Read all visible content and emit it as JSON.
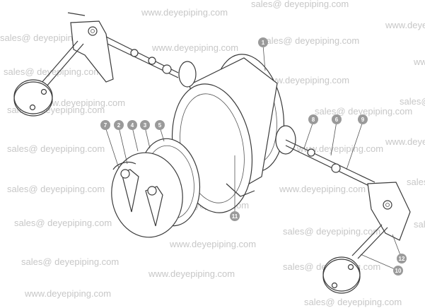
{
  "watermark": {
    "text": "sales@ deyepiping.com",
    "text_www": "www.deyepiping.com"
  },
  "callouts": [
    {
      "id": "c1",
      "label": "1"
    },
    {
      "id": "c2",
      "label": "2"
    },
    {
      "id": "c3",
      "label": "3"
    },
    {
      "id": "c4",
      "label": "4"
    },
    {
      "id": "c5",
      "label": "5"
    },
    {
      "id": "c6",
      "label": "6"
    },
    {
      "id": "c7",
      "label": "7"
    },
    {
      "id": "c8",
      "label": "8"
    },
    {
      "id": "c9",
      "label": "9"
    },
    {
      "id": "c10",
      "label": "10"
    },
    {
      "id": "c11",
      "label": "11"
    },
    {
      "id": "c12",
      "label": "12"
    }
  ],
  "colors": {
    "line": "#3a3a3a",
    "callout": "#9a9a9a",
    "watermark": "#c7c7c7"
  }
}
